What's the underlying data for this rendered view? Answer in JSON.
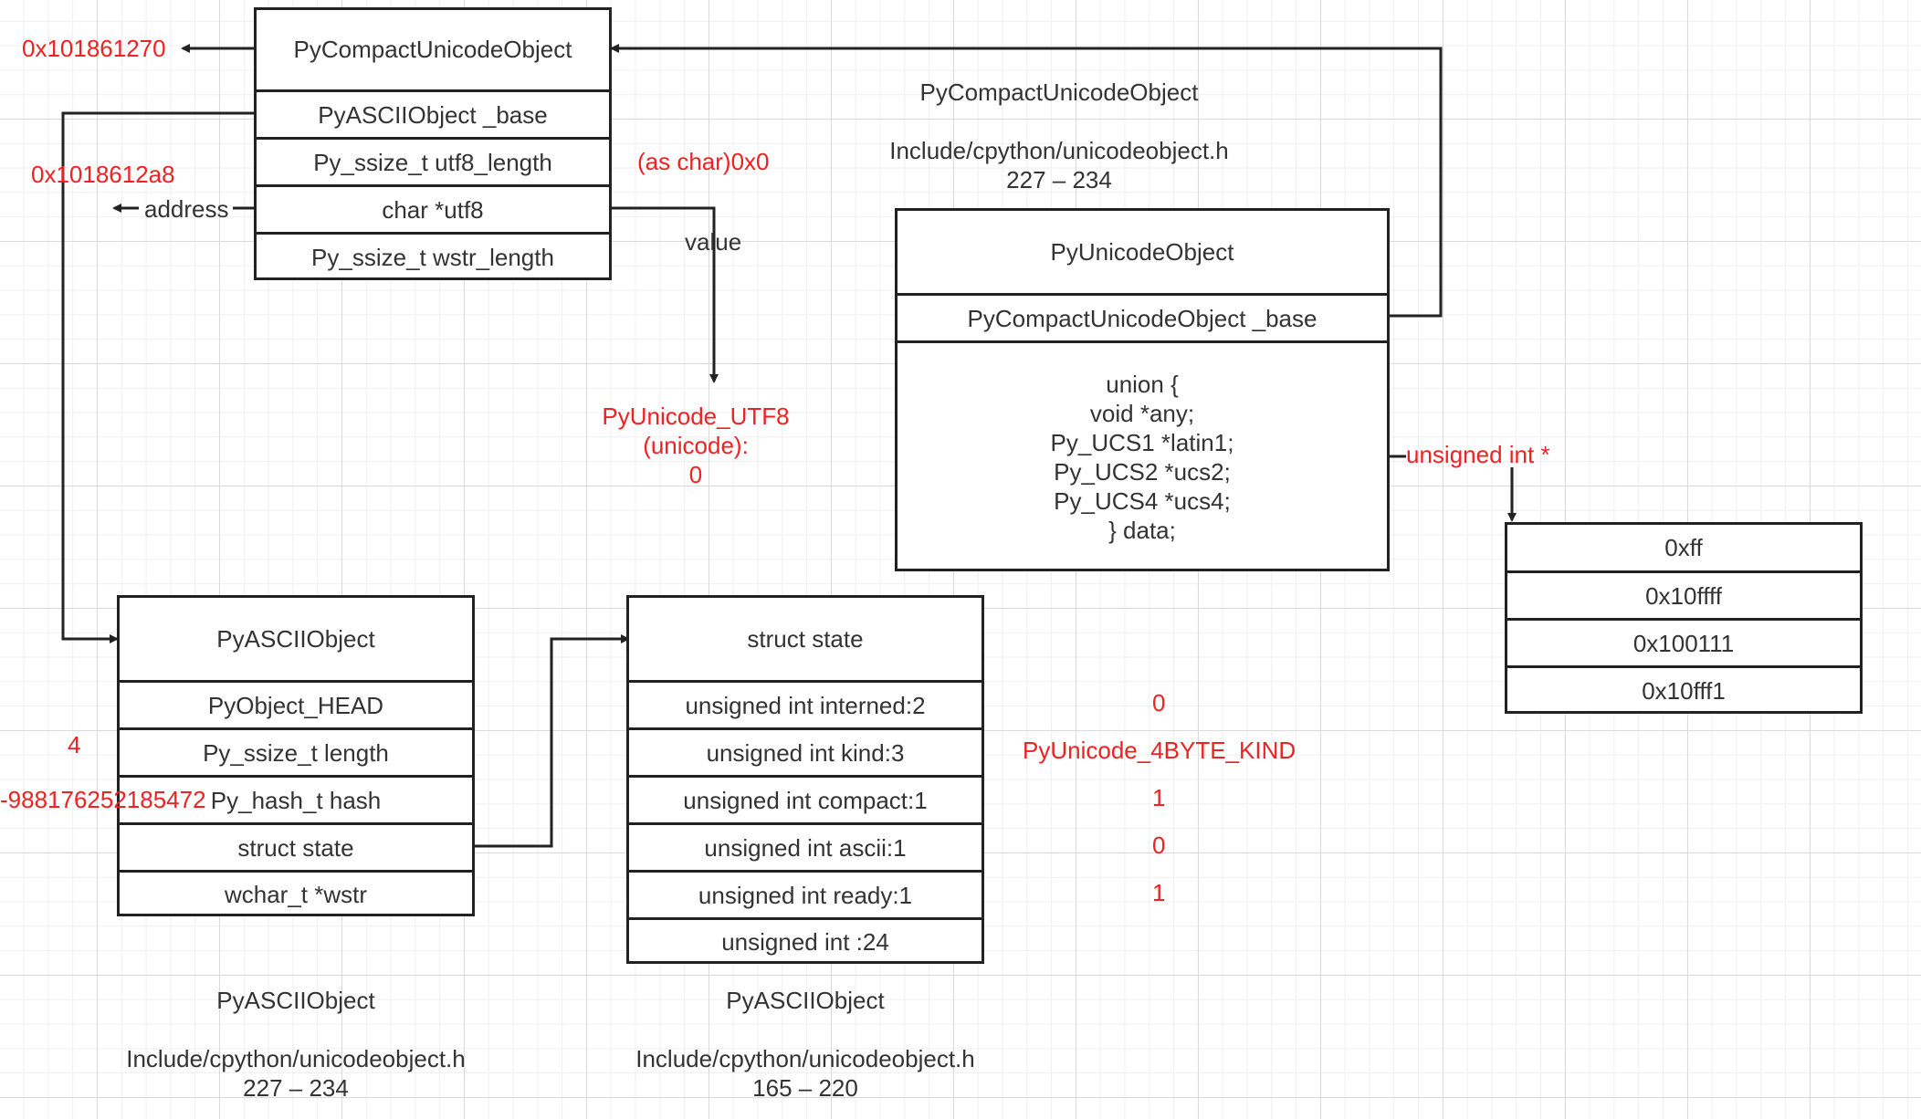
{
  "colors": {
    "accent_red": "#ee2222",
    "stroke": "#222222",
    "text": "#333333"
  },
  "compact_box": {
    "title": "PyCompactUnicodeObject",
    "fields": [
      "PyASCIIObject _base",
      "Py_ssize_t utf8_length",
      "char *utf8",
      "Py_ssize_t wstr_length"
    ]
  },
  "unicode_box": {
    "title": "PyUnicodeObject",
    "base_field": "PyCompactUnicodeObject _base",
    "union_lines": [
      "union {",
      "void *any;",
      "Py_UCS1 *latin1;",
      "Py_UCS2 *ucs2;",
      "Py_UCS4 *ucs4;",
      "} data;"
    ]
  },
  "ascii_box": {
    "title": "PyASCIIObject",
    "fields": [
      "PyObject_HEAD",
      "Py_ssize_t length",
      "Py_hash_t hash",
      "struct state",
      "wchar_t *wstr"
    ]
  },
  "state_box": {
    "title": "struct state",
    "fields": [
      "unsigned int interned:2",
      "unsigned int kind:3",
      "unsigned int compact:1",
      "unsigned int ascii:1",
      "unsigned int ready:1",
      "unsigned int :24"
    ]
  },
  "data_box": {
    "values": [
      "0xff",
      "0x10ffff",
      "0x100111",
      "0x10fff1"
    ]
  },
  "annotations": {
    "compact_address": "0x101861270",
    "utf8_address": "0x1018612a8",
    "address_label": "address",
    "utf8_length_value": "(as char)0x0",
    "value_label": "value",
    "utf8_result": [
      "PyUnicode_UTF8",
      "(unicode):",
      "0"
    ],
    "data_pointer_type": "unsigned int *",
    "length_value": "4",
    "hash_value": "-988176252185472",
    "state_values": [
      "0",
      "PyUnicode_4BYTE_KIND",
      "1",
      "0",
      "1"
    ]
  },
  "captions": {
    "compact": {
      "name": "PyCompactUnicodeObject",
      "file": "Include/cpython/unicodeobject.h",
      "lines": "227 – 234"
    },
    "ascii": {
      "name": "PyASCIIObject",
      "file": "Include/cpython/unicodeobject.h",
      "lines": "227 – 234"
    },
    "state": {
      "name": "PyASCIIObject",
      "file": "Include/cpython/unicodeobject.h",
      "lines": "165 – 220"
    }
  }
}
